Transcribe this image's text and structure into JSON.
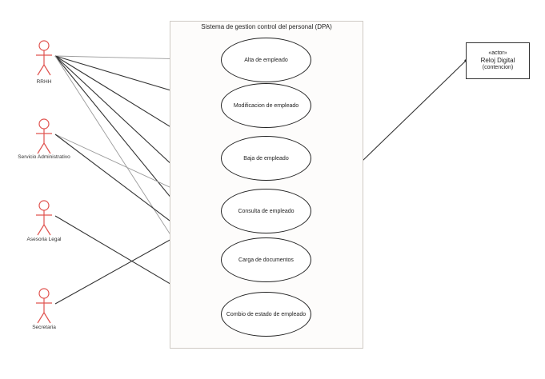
{
  "system": {
    "title": "Sistema de gestion control del personal (DPA)"
  },
  "actors": [
    {
      "id": "rrhh",
      "name": "RRHH"
    },
    {
      "id": "servicio",
      "name": "Servicio Administrativo"
    },
    {
      "id": "asesoria",
      "name": "Asesoria Legal"
    },
    {
      "id": "secretaria",
      "name": "Secretaria"
    }
  ],
  "use_cases": [
    {
      "id": "alta",
      "label": "Alta de empleado"
    },
    {
      "id": "modificacion",
      "label": "Modificacion de empleado"
    },
    {
      "id": "baja",
      "label": "Baja de empleado"
    },
    {
      "id": "consulta",
      "label": "Consulta de empleado"
    },
    {
      "id": "carga",
      "label": "Carga de documentos"
    },
    {
      "id": "cambio",
      "label": "Combio de estado de empleado"
    }
  ],
  "external_actor": {
    "stereotype": "«actor»",
    "name": "Reloj Digital",
    "note": "(contencion)"
  },
  "colors": {
    "actor_stroke": "#e0534f",
    "line_dark": "#333333",
    "line_light": "#9a9a9a"
  },
  "associations": [
    {
      "from": "rrhh",
      "to": "alta",
      "style": "light"
    },
    {
      "from": "rrhh",
      "to": "modificacion",
      "style": "dark"
    },
    {
      "from": "rrhh",
      "to": "baja",
      "style": "dark"
    },
    {
      "from": "rrhh",
      "to": "consulta",
      "style": "dark"
    },
    {
      "from": "rrhh",
      "to": "carga",
      "style": "dark"
    },
    {
      "from": "rrhh",
      "to": "cambio",
      "style": "light"
    },
    {
      "from": "servicio",
      "to": "consulta",
      "style": "light"
    },
    {
      "from": "servicio",
      "to": "carga",
      "style": "dark"
    },
    {
      "from": "asesoria",
      "to": "cambio",
      "style": "dark"
    },
    {
      "from": "secretaria",
      "to": "consulta",
      "style": "dark"
    },
    {
      "from": "consulta",
      "to": "reloj",
      "style": "dark"
    }
  ]
}
